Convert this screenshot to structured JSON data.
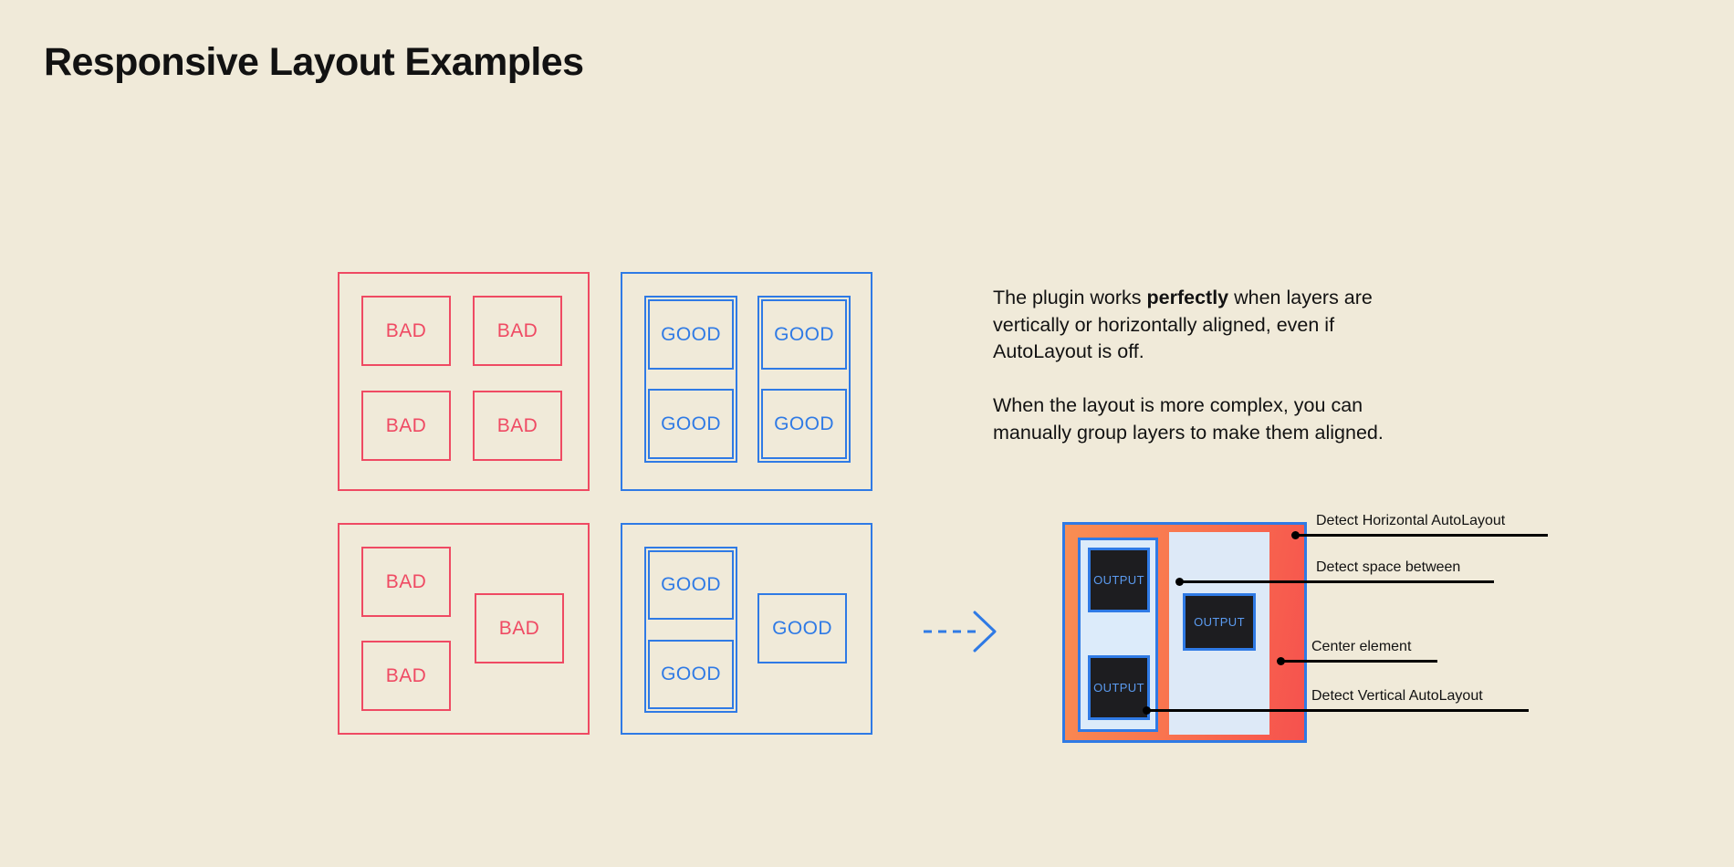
{
  "page": {
    "title": "Responsive Layout Examples",
    "background_color": "#f0ead9",
    "text_color": "#121212",
    "bad_color": "#ef4a63",
    "good_color": "#2f7ae5",
    "mockup_accent_color": "#f6514e",
    "mockup_panel_color": "#dcebfa",
    "output_box_color": "#1d1d20"
  },
  "labels": {
    "bad": "BAD",
    "good": "GOOD",
    "output": "OUTPUT"
  },
  "examples": [
    {
      "id": "bad-grid",
      "kind": "bad",
      "caption": "BAD",
      "cells": [
        "BAD",
        "BAD",
        "BAD",
        "BAD"
      ]
    },
    {
      "id": "good-grid",
      "kind": "good",
      "caption": "GOOD",
      "cells": [
        "GOOD",
        "GOOD",
        "GOOD",
        "GOOD"
      ]
    },
    {
      "id": "bad-complex",
      "kind": "bad",
      "caption": "BAD",
      "cells": [
        "BAD",
        "BAD",
        "BAD"
      ]
    },
    {
      "id": "good-complex",
      "kind": "good",
      "caption": "GOOD",
      "cells": [
        "GOOD",
        "GOOD",
        "GOOD"
      ]
    }
  ],
  "copy": {
    "paragraph_1_before": "The plugin works ",
    "paragraph_1_bold": "perfectly",
    "paragraph_1_after": " when layers are vertically or horizontally aligned, even if AutoLayout is off.",
    "paragraph_2": "When the layout is more complex, you can manually group layers to make them aligned."
  },
  "mockup": {
    "outputs": [
      "OUTPUT",
      "OUTPUT",
      "OUTPUT"
    ],
    "annotations": [
      {
        "id": "detect-horizontal-autolayout",
        "label": "Detect Horizontal AutoLayout"
      },
      {
        "id": "detect-space-between",
        "label": "Detect space between"
      },
      {
        "id": "center-element",
        "label": "Center element"
      },
      {
        "id": "detect-vertical-autolayout",
        "label": "Detect Vertical AutoLayout"
      }
    ]
  },
  "arrow": {
    "icon": "dashed-arrow-right-icon",
    "color": "#2f7ae5"
  }
}
